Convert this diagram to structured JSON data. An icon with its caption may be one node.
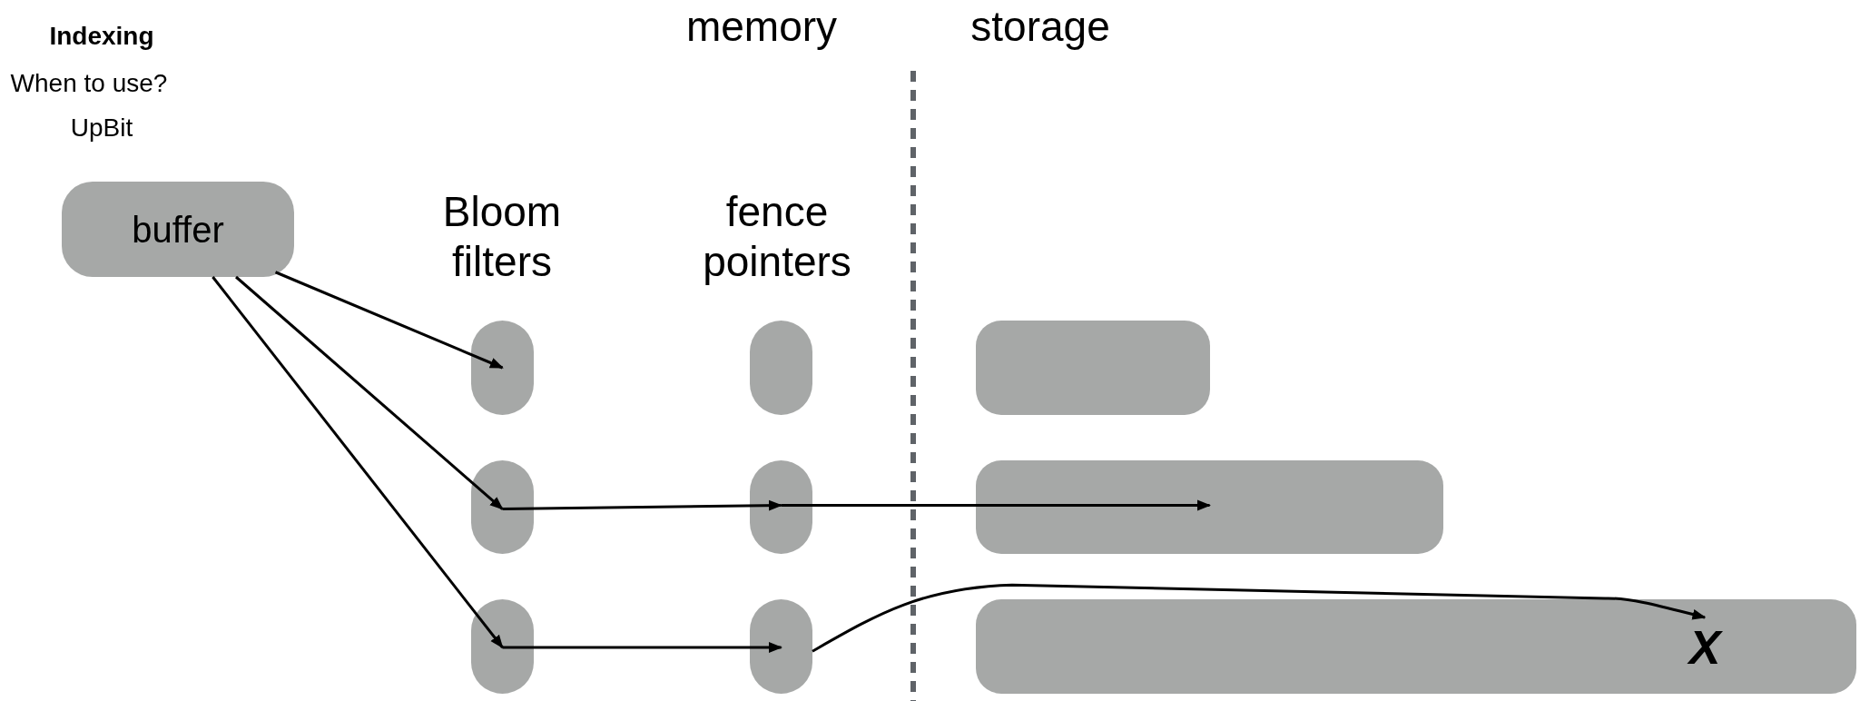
{
  "diagram": {
    "nodes": [
      {
        "text": [
          "buffer"
        ]
      },
      {
        "text": [],
        "shape": "box"
      },
      {
        "text": [],
        "shape": "box"
      },
      {
        "text": [],
        "shape": "box"
      },
      {
        "text": [],
        "shape": "box"
      },
      {
        "text": [],
        "shape": "box"
      },
      {
        "text": [],
        "shape": "box"
      },
      {
        "text": [],
        "shape": "bar"
      },
      {
        "text": [],
        "shape": "bar"
      },
      {
        "text": [],
        "shape": "bar"
      },
      {
        "text": [
          "X"
        ],
        "in": 9
      }
    ],
    "edges": [
      {
        "from": 0,
        "to": 1,
        "arrow": "to"
      },
      {
        "from": 0,
        "to": 2,
        "arrow": "to"
      },
      {
        "from": 0,
        "to": 3,
        "arrow": "to"
      },
      {
        "from": 2,
        "to": 5,
        "arrow": "to"
      },
      {
        "from": 5,
        "to": 8,
        "arrow": "to"
      },
      {
        "from": 3,
        "to": 6,
        "arrow": "to"
      },
      {
        "from": 6,
        "to": 10,
        "arrow": "to"
      }
    ],
    "labels": [
      "Indexing",
      "When to use?",
      "UpBit",
      "memory",
      "storage",
      "Bloom filters",
      "fence pointers"
    ]
  }
}
